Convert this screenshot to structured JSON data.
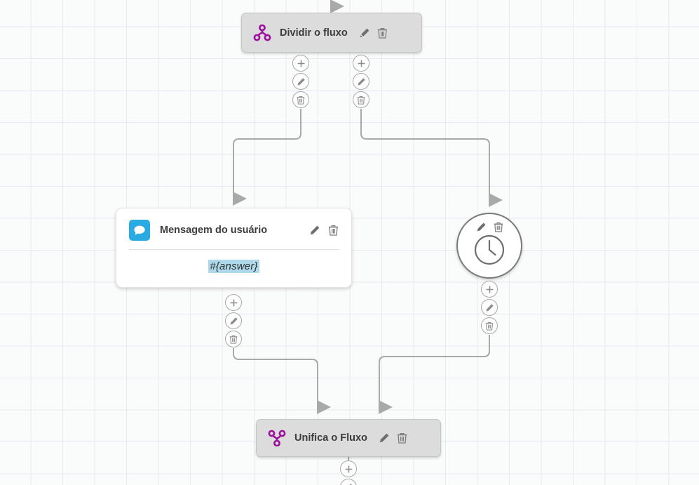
{
  "canvas": {
    "background_color": "#fafbfb",
    "grid_color": "#e6ebf2",
    "edge_color": "#a9a9a9"
  },
  "nodes": [
    {
      "id": "split",
      "type": "flow-split",
      "title": "Dividir o fluxo",
      "icon": "split-branch-icon",
      "icon_color": "#9c0f9c",
      "background": "#dcdcdc",
      "edit_icon": "pencil-icon",
      "delete_icon": "trash-icon"
    },
    {
      "id": "user-message",
      "type": "message-card",
      "title": "Mensagem do usuário",
      "icon": "chat-bubble-icon",
      "icon_background": "#29abe2",
      "body_value": "#{answer}",
      "body_highlight_color": "#aed9ea",
      "edit_icon": "pencil-icon",
      "delete_icon": "trash-icon"
    },
    {
      "id": "delay",
      "type": "delay-circle",
      "title": "",
      "icon": "clock-icon",
      "edit_icon": "pencil-icon",
      "delete_icon": "trash-icon"
    },
    {
      "id": "merge",
      "type": "flow-merge",
      "title": "Unifica o Fluxo",
      "icon": "merge-branch-icon",
      "icon_color": "#9c0f9c",
      "background": "#dcdcdc",
      "edit_icon": "pencil-icon",
      "delete_icon": "trash-icon"
    }
  ],
  "action_stacks": [
    {
      "id": "split-left",
      "buttons": [
        "add-icon",
        "pencil-icon",
        "trash-icon"
      ]
    },
    {
      "id": "split-right",
      "buttons": [
        "add-icon",
        "pencil-icon",
        "trash-icon"
      ]
    },
    {
      "id": "message-below",
      "buttons": [
        "add-icon",
        "pencil-icon",
        "trash-icon"
      ]
    },
    {
      "id": "delay-below",
      "buttons": [
        "add-icon",
        "pencil-icon",
        "trash-icon"
      ]
    },
    {
      "id": "merge-below",
      "buttons": [
        "add-icon"
      ]
    }
  ]
}
